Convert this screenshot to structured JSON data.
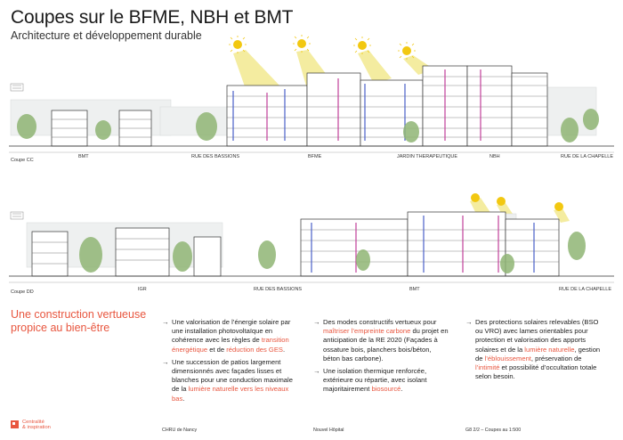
{
  "header": {
    "title": "Coupes sur le BFME, NBH et BMT",
    "subtitle": "Architecture et développement durable"
  },
  "sections": {
    "cc_label": "Coupe CC",
    "dd_label": "Coupe DD",
    "cc_zones": [
      "BMT",
      "RUE DES BASSIONS",
      "BFME",
      "JARDIN THERAPEUTIQUE",
      "NBH",
      "RUE DE LA CHAPELLE"
    ],
    "dd_zones": [
      "IGR",
      "RUE DES BASSIONS",
      "BMT",
      "RUE DE LA CHAPELLE"
    ]
  },
  "content": {
    "lead": "Une construction vertueuse propice au bien-être",
    "col1": {
      "b1": {
        "t1": "Une valorisation de l’énergie solaire par une installation photovoltaïque en cohérence avec les règles de ",
        "h1": "transition énergétique",
        "t2": " et de ",
        "h2": "réduction des GES",
        "t3": "."
      },
      "b2": {
        "t1": "Une succession de patios largement dimensionnés avec façades lisses et blanches pour une conduction maximale de la ",
        "h1": "lumière naturelle vers les niveaux bas",
        "t2": "."
      }
    },
    "col2": {
      "b1": {
        "t1": "Des modes constructifs vertueux pour ",
        "h1": "maîtriser l’empreinte carbone",
        "t2": " du projet en anticipation de la RE 2020 (Façades à ossature bois, planchers bois/béton, béton bas carbone)."
      },
      "b2": {
        "t1": "Une isolation thermique renforcée, extérieure ou répartie, avec isolant majoritairement ",
        "h1": "biosourcé",
        "t2": "."
      }
    },
    "col3": {
      "b1": {
        "t1": "Des protections solaires relevables (BSO ou VRO) avec lames orientables pour protection et valorisation des apports solaires et de la ",
        "h1": "lumière naturelle",
        "t2": ", gestion de ",
        "h2": "l’éblouissement",
        "t3": ", préservation de ",
        "h3": "l’intimité",
        "t4": " et possibilité d’occultation totale selon besoin."
      }
    }
  },
  "footer": {
    "logo_line1": "Centralité",
    "logo_line2": "& inspiration",
    "client": "CHRU de Nancy",
    "project": "Nouvel Hôpital",
    "page": "G8 2/2 – Coupes au 1:500"
  },
  "colors": {
    "accent": "#e8563f",
    "sun": "#f2c811",
    "sunbeam": "#f3ea96",
    "tree": "#8fb574",
    "accent_blue": "#4a5fc8",
    "accent_pink": "#c0409a"
  }
}
